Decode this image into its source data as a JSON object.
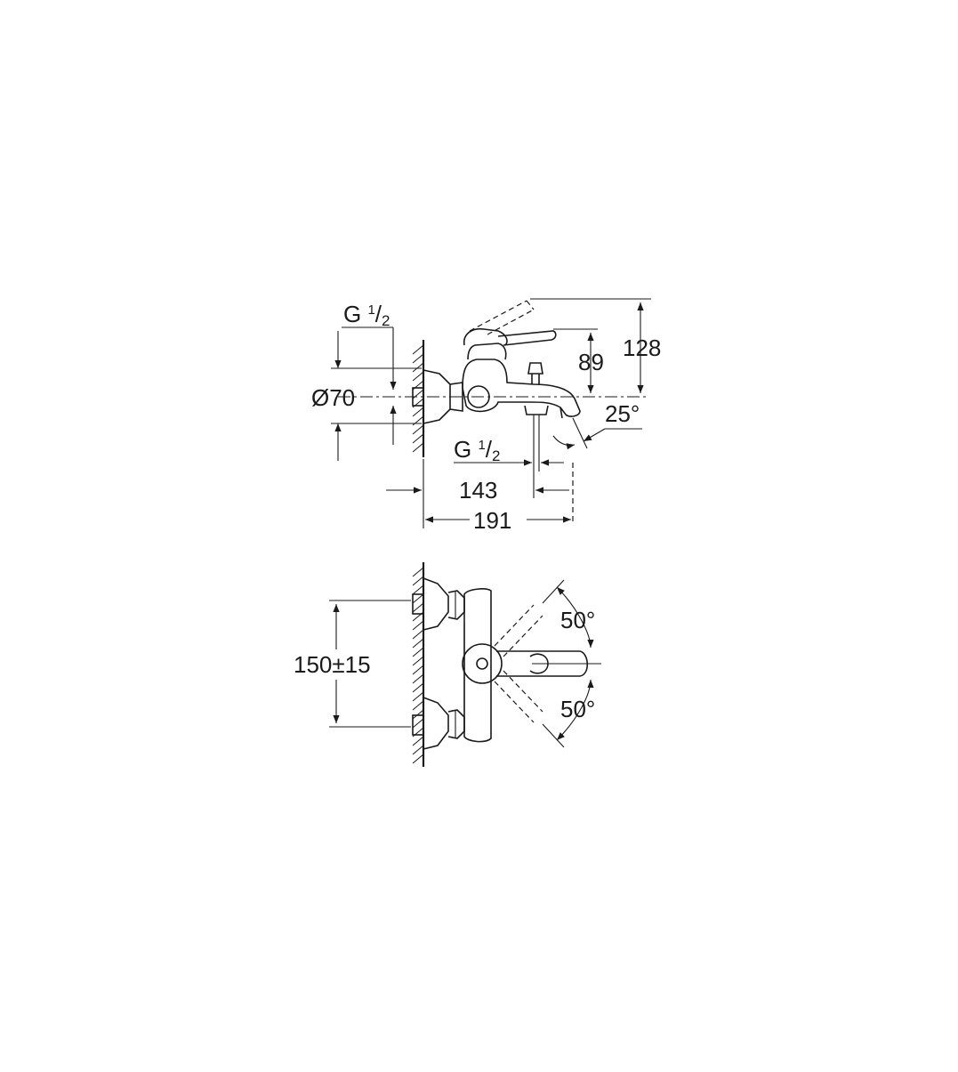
{
  "side_view": {
    "inlet_thread": {
      "prefix": "G ",
      "num": "1",
      "slash": "/",
      "den": "2"
    },
    "rosette_diameter": "Ø70",
    "height_to_lever": "89",
    "total_height": "128",
    "spout_angle": "25°",
    "outlet_thread": {
      "prefix": "G ",
      "num": "1",
      "slash": "/",
      "den": "2"
    },
    "depth_to_outlet": "143",
    "total_depth": "191"
  },
  "top_view": {
    "centre_distance": "150±15",
    "angle_top": "50°",
    "angle_bottom": "50°"
  }
}
